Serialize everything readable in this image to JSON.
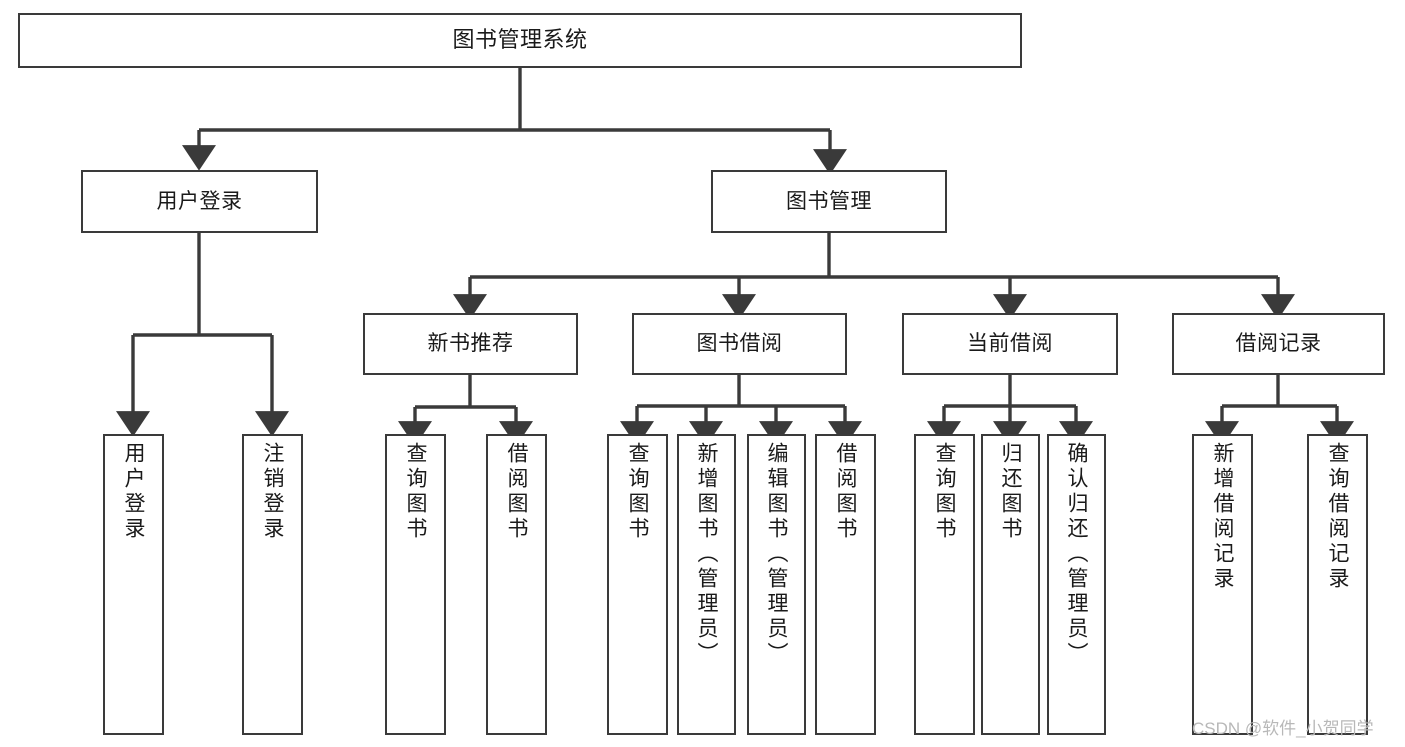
{
  "diagram": {
    "title": "图书管理系统",
    "type": "tree",
    "stroke_color": "#3a3a3a",
    "text_color": "#1a1a1a",
    "background": "#ffffff",
    "nodes": {
      "root": {
        "label": "图书管理系统"
      },
      "l1": [
        {
          "label": "用户登录"
        },
        {
          "label": "图书管理"
        }
      ],
      "l2": [
        {
          "label": "新书推荐"
        },
        {
          "label": "图书借阅"
        },
        {
          "label": "当前借阅"
        },
        {
          "label": "借阅记录"
        }
      ],
      "leaves": {
        "user_login": [
          {
            "label": "用户登录"
          },
          {
            "label": "注销登录"
          }
        ],
        "new_book_rec": [
          {
            "label": "查询图书"
          },
          {
            "label": "借阅图书"
          }
        ],
        "book_borrow": [
          {
            "label": "查询图书"
          },
          {
            "label": "新增图书（管理员）"
          },
          {
            "label": "编辑图书（管理员）"
          },
          {
            "label": "借阅图书"
          }
        ],
        "current_borrow": [
          {
            "label": "查询图书"
          },
          {
            "label": "归还图书"
          },
          {
            "label": "确认归还（管理员）"
          }
        ],
        "borrow_record": [
          {
            "label": "新增借阅记录"
          },
          {
            "label": "查询借阅记录"
          }
        ]
      }
    }
  },
  "watermark": {
    "text": "CSDN @软件_小贺同学"
  }
}
